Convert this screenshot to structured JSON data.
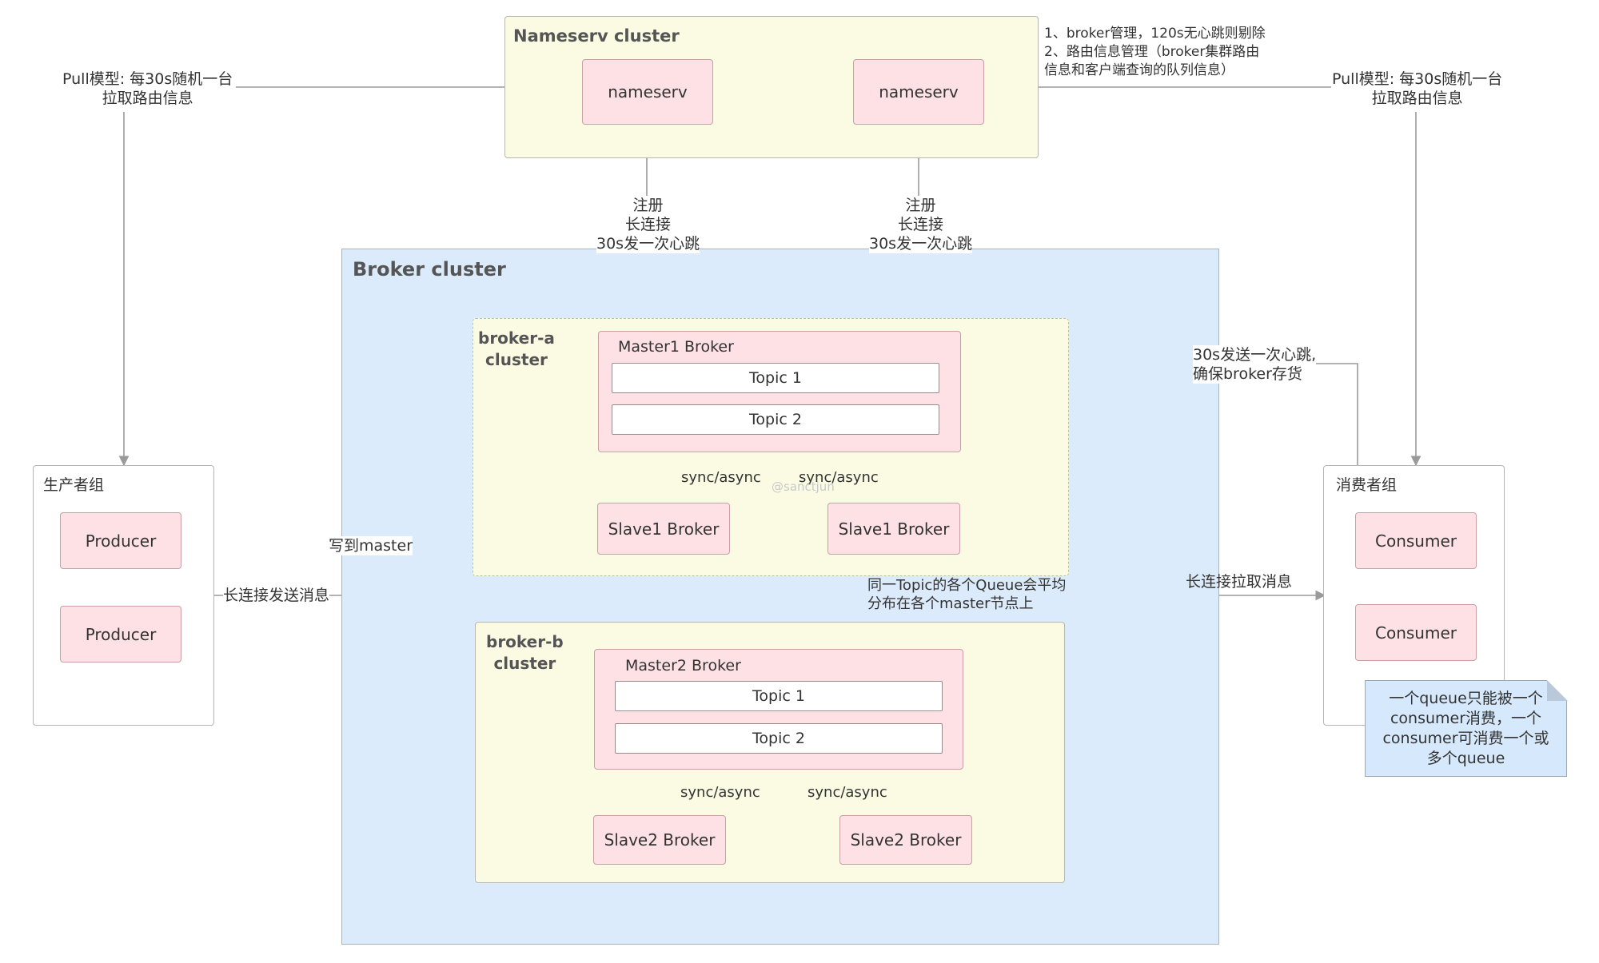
{
  "nameserv_cluster": {
    "title": "Nameserv cluster",
    "nodes": [
      "nameserv",
      "nameserv"
    ]
  },
  "nameserv_note": "1、broker管理，120s无心跳则剔除\n2、路由信息管理（broker集群路由\n信息和客户端查询的队列信息）",
  "pull_left": "Pull模型: 每30s随机一台\n拉取路由信息",
  "pull_right": "Pull模型: 每30s随机一台\n拉取路由信息",
  "register_left": "注册\n长连接\n30s发一次心跳",
  "register_right": "注册\n长连接\n30s发一次心跳",
  "broker_cluster": {
    "title": "Broker cluster",
    "broker_a": {
      "title": "broker-a\ncluster",
      "master": "Master1 Broker",
      "topics": [
        "Topic 1",
        "Topic 2"
      ],
      "sync_left": "sync/async",
      "sync_right": "sync/async",
      "slaves": [
        "Slave1 Broker",
        "Slave1 Broker"
      ]
    },
    "broker_b": {
      "title": "broker-b\ncluster",
      "master": "Master2 Broker",
      "topics": [
        "Topic 1",
        "Topic 2"
      ],
      "sync_left": "sync/async",
      "sync_right": "sync/async",
      "slaves": [
        "Slave2 Broker",
        "Slave2 Broker"
      ]
    }
  },
  "queue_note": "同一Topic的各个Queue会平均\n分布在各个master节点上",
  "watermark": "@sanctjun",
  "producer_group": {
    "title": "生产者组",
    "producers": [
      "Producer",
      "Producer"
    ]
  },
  "consumer_group": {
    "title": "消费者组",
    "consumers": [
      "Consumer",
      "Consumer"
    ]
  },
  "send_label": "长连接发送消息",
  "write_master": "写到master",
  "pull_messages": "长连接拉取消息",
  "heartbeat_label": "30s发送一次心跳,\n确保broker存货",
  "consumer_note": "一个queue只能被一个\nconsumer消费，一个\nconsumer可消费一个或\n多个queue",
  "colors": {
    "node_fill": "#fde1e4",
    "yellow_cluster": "#fbfbe3",
    "broker_cluster": "#dcebfb",
    "note_fill": "#d6e8fb",
    "line": "#9a9a9a"
  }
}
